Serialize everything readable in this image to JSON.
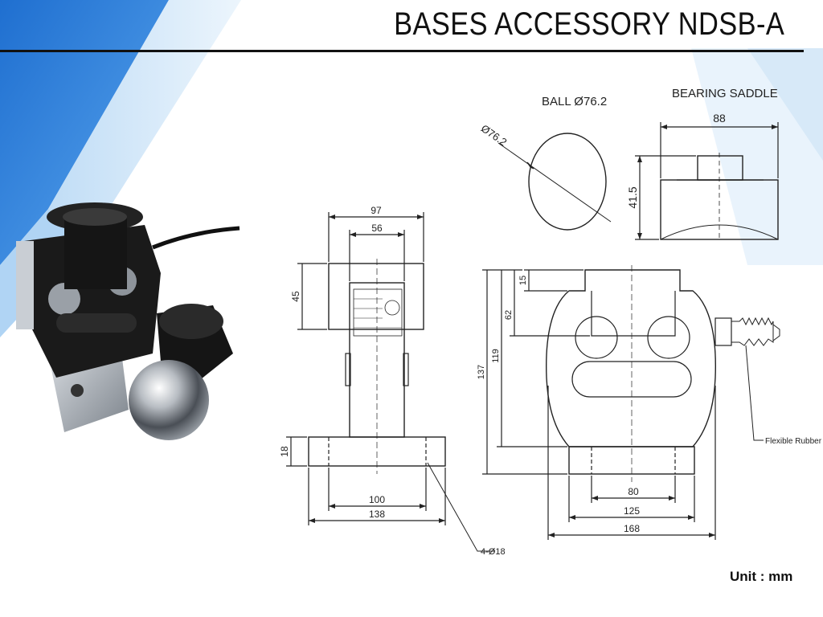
{
  "title": "BASES ACCESSORY NDSB-A",
  "unit_label": "Unit : mm",
  "ball": {
    "label": "BALL Ø76.2",
    "diameter_label": "Ø76.2"
  },
  "saddle": {
    "label": "BEARING SADDLE",
    "width": "88",
    "height": "41.5"
  },
  "side_view": {
    "top_width": "97",
    "inner_width": "56",
    "top_height": "45",
    "base_height": "18",
    "hole_spacing": "100",
    "base_width": "138",
    "holes": "4-Ø18"
  },
  "front_view": {
    "dim_15": "15",
    "dim_62": "62",
    "dim_119": "119",
    "dim_137": "137",
    "dim_80": "80",
    "dim_125": "125",
    "dim_168": "168",
    "cable_label": "Flexible Rubber"
  },
  "colors": {
    "accent_blue": "#2d7fd6",
    "light_blue": "#cfe4f7",
    "line": "#222222"
  }
}
